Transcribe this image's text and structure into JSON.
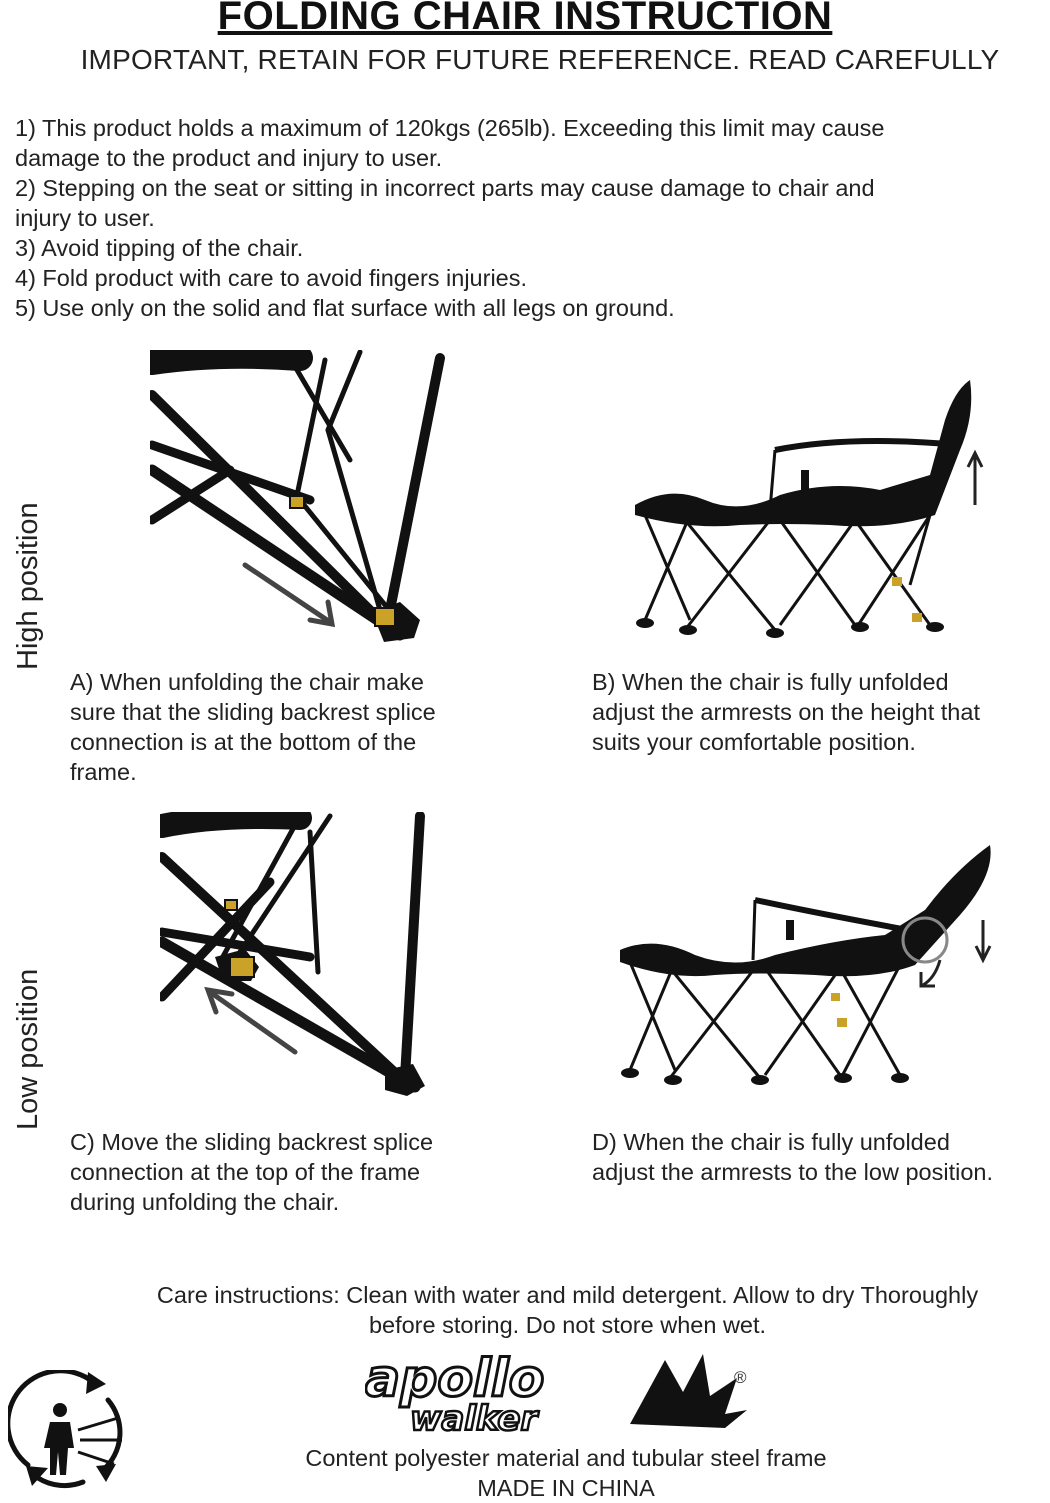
{
  "header": {
    "title": "FOLDING CHAIR INSTRUCTION",
    "subtitle": "IMPORTANT, RETAIN FOR FUTURE REFERENCE. READ CAREFULLY"
  },
  "rules": [
    {
      "line1": "1) This product holds a maximum of 120kgs (265lb). Exceeding this limit may cause",
      "line2": "damage to the product and injury to user."
    },
    {
      "line1": "2) Stepping on the seat or sitting in incorrect parts may cause damage to chair and",
      "line2": "injury to user."
    },
    {
      "line1": "3) Avoid tipping of the chair."
    },
    {
      "line1": "4) Fold product with care to avoid fingers injuries."
    },
    {
      "line1": "5) Use only on the solid and flat surface with all legs on ground."
    }
  ],
  "sections": {
    "high_label": "High position",
    "low_label": "Low position"
  },
  "steps": {
    "a": [
      "A) When unfolding the chair make",
      "sure that the sliding backrest splice",
      "connection is at the bottom of the",
      "frame."
    ],
    "b": [
      "B) When the chair is fully unfolded",
      "adjust the armrests on the height that",
      "suits your comfortable position."
    ],
    "c": [
      "C) Move the sliding backrest splice",
      "connection at the top of the frame",
      "during unfolding the chair."
    ],
    "d": [
      "D) When the chair is fully unfolded",
      "adjust the armrests to the low position."
    ]
  },
  "care": {
    "line1": "Care instructions: Clean with water and mild detergent. Allow to dry Thoroughly",
    "line2": "before storing. Do not store when wet."
  },
  "brand": {
    "line1": "apollo",
    "line2": "walker",
    "registered": "®"
  },
  "footer": {
    "material": "Content polyester material and tubular steel frame",
    "origin": "MADE IN CHINA"
  },
  "colors": {
    "frame": "#111111",
    "connector": "#c9a227",
    "text": "#222222"
  }
}
